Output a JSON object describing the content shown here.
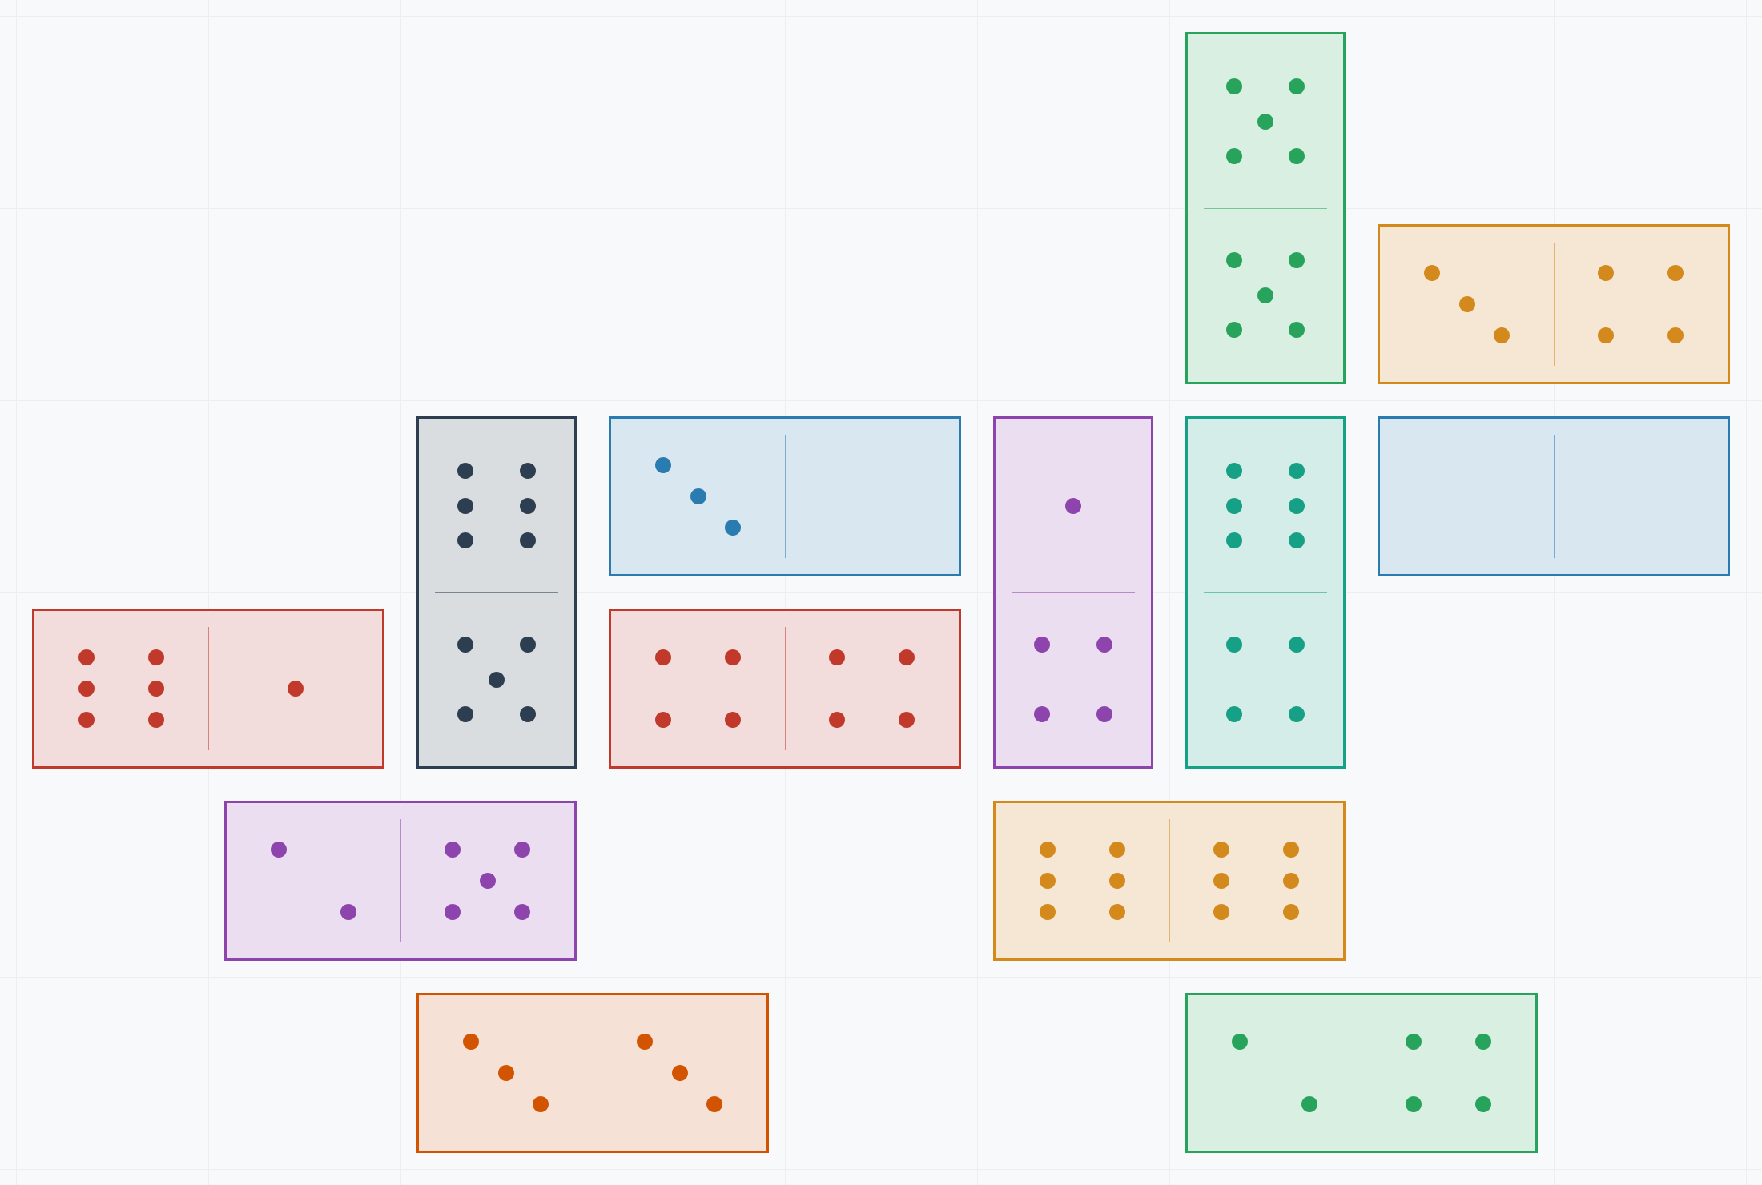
{
  "board": {
    "background": "#f8f9fa",
    "grid_color": "#eceef0"
  },
  "palette": {
    "green": {
      "border": "#27a35b",
      "fill": "#d8efe1",
      "pip": "#27a35b"
    },
    "orange": {
      "border": "#d4891c",
      "fill": "#f5e7d4",
      "pip": "#d4891c"
    },
    "slate": {
      "border": "#2c3e50",
      "fill": "#d9dde0",
      "pip": "#2c3e50"
    },
    "blue": {
      "border": "#2a7bb0",
      "fill": "#d9e7f1",
      "pip": "#2a7bb0"
    },
    "purple": {
      "border": "#8e44ad",
      "fill": "#eadef0",
      "pip": "#8e44ad"
    },
    "teal": {
      "border": "#16a085",
      "fill": "#d4ede8",
      "pip": "#16a085"
    },
    "red": {
      "border": "#c0392b",
      "fill": "#f3dcdc",
      "pip": "#c0392b"
    },
    "rust": {
      "border": "#d35400",
      "fill": "#f5e1d6",
      "pip": "#d35400"
    }
  },
  "dominoes": [
    {
      "id": "5-5",
      "color": "green",
      "orientation": "vertical",
      "values": [
        5,
        5
      ]
    },
    {
      "id": "3-4",
      "color": "orange",
      "orientation": "horizontal",
      "values": [
        3,
        4
      ]
    },
    {
      "id": "6-5",
      "color": "slate",
      "orientation": "vertical",
      "values": [
        6,
        5
      ]
    },
    {
      "id": "3-0",
      "color": "blue",
      "orientation": "horizontal",
      "values": [
        3,
        0
      ]
    },
    {
      "id": "1-4",
      "color": "purple",
      "orientation": "vertical",
      "values": [
        1,
        4
      ]
    },
    {
      "id": "6-4",
      "color": "teal",
      "orientation": "vertical",
      "values": [
        6,
        4
      ]
    },
    {
      "id": "0-0",
      "color": "blue",
      "orientation": "horizontal",
      "values": [
        0,
        0
      ]
    },
    {
      "id": "6-1",
      "color": "red",
      "orientation": "horizontal",
      "values": [
        6,
        1
      ]
    },
    {
      "id": "4-4",
      "color": "red",
      "orientation": "horizontal",
      "values": [
        4,
        4
      ]
    },
    {
      "id": "2-5",
      "color": "purple",
      "orientation": "horizontal",
      "values": [
        2,
        5
      ]
    },
    {
      "id": "6-6",
      "color": "orange",
      "orientation": "horizontal",
      "values": [
        6,
        6
      ]
    },
    {
      "id": "3-3",
      "color": "rust",
      "orientation": "horizontal",
      "values": [
        3,
        3
      ]
    },
    {
      "id": "2-4",
      "color": "green",
      "orientation": "horizontal",
      "values": [
        2,
        4
      ]
    }
  ]
}
